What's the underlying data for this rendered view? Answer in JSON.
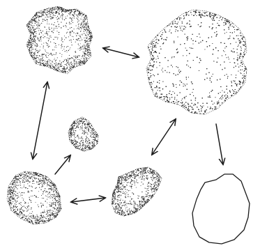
{
  "diagram": {
    "colors": {
      "background": "#ffffff",
      "ink": "#1a1a1a",
      "stipple": "#2a2a2a"
    },
    "blobs": [
      {
        "id": "blob-top-left",
        "fill": "stippled"
      },
      {
        "id": "blob-top-right",
        "fill": "stippled"
      },
      {
        "id": "blob-small-middle",
        "fill": "stippled"
      },
      {
        "id": "blob-bottom-left",
        "fill": "stippled"
      },
      {
        "id": "blob-bottom-middle",
        "fill": "stippled"
      },
      {
        "id": "blob-bottom-right",
        "fill": "outline-only"
      }
    ],
    "arrows": [
      {
        "id": "arrow-top-left-top-right",
        "from": "blob-top-left",
        "to": "blob-top-right",
        "heads": "both"
      },
      {
        "id": "arrow-top-left-bottom-left",
        "from": "blob-top-left",
        "to": "blob-bottom-left",
        "heads": "both"
      },
      {
        "id": "arrow-bottom-left-small-middle",
        "from": "blob-bottom-left",
        "to": "blob-small-middle",
        "heads": "single"
      },
      {
        "id": "arrow-bottom-left-bottom-middle",
        "from": "blob-bottom-left",
        "to": "blob-bottom-middle",
        "heads": "both"
      },
      {
        "id": "arrow-bottom-middle-top-right",
        "from": "blob-bottom-middle",
        "to": "blob-top-right",
        "heads": "both"
      },
      {
        "id": "arrow-top-right-bottom-right",
        "from": "blob-top-right",
        "to": "blob-bottom-right",
        "heads": "single"
      }
    ]
  }
}
